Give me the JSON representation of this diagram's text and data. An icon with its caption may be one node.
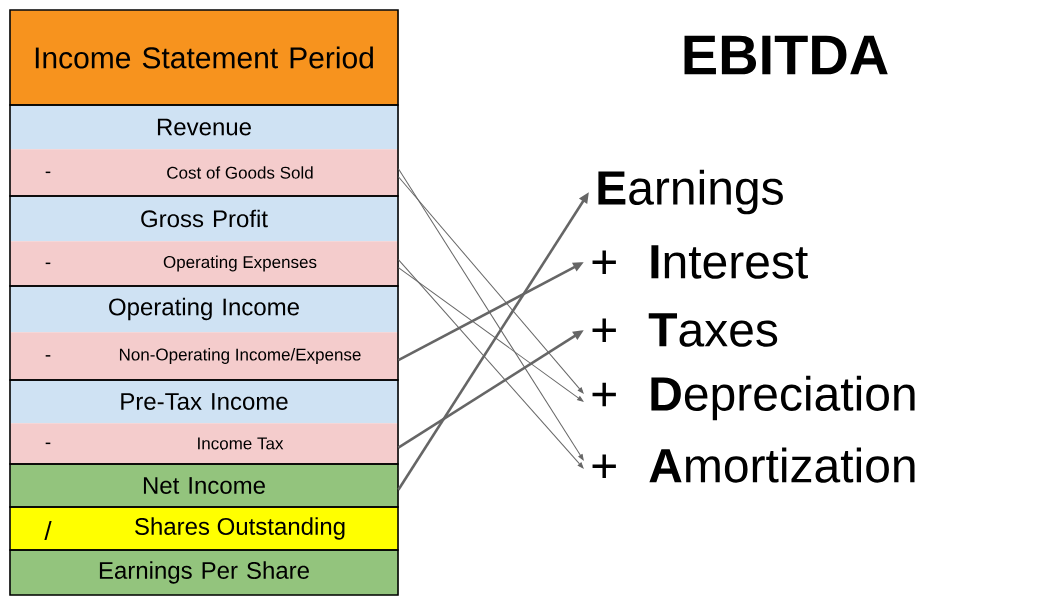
{
  "diagram": {
    "title": "EBITDA",
    "nodes": [
      {
        "text": [
          "Income Statement Period"
        ]
      },
      {
        "text": [
          "Revenue"
        ]
      },
      {
        "text": [
          "-",
          "Cost of Goods Sold"
        ]
      },
      {
        "text": [
          "Gross Profit"
        ]
      },
      {
        "text": [
          "-",
          "Operating Expenses"
        ]
      },
      {
        "text": [
          "Operating Income"
        ]
      },
      {
        "text": [
          "-",
          "Non-Operating Income/Expense"
        ]
      },
      {
        "text": [
          "Pre-Tax Income"
        ]
      },
      {
        "text": [
          "-",
          "Income Tax"
        ]
      },
      {
        "text": [
          "Net Income"
        ]
      },
      {
        "text": [
          "/",
          "Shares Outstanding"
        ]
      },
      {
        "text": [
          "Earnings Per Share"
        ]
      },
      {
        "text": [
          "**E**arnings"
        ]
      },
      {
        "text": [
          "+",
          "**I**nterest"
        ]
      },
      {
        "text": [
          "+",
          "**T**axes"
        ]
      },
      {
        "text": [
          "+",
          "**D**epreciation"
        ]
      },
      {
        "text": [
          "+",
          "**A**mortization"
        ]
      }
    ],
    "edges": [
      {
        "from": 2,
        "to": 16,
        "arrow": "to"
      },
      {
        "from": 2,
        "to": 15,
        "arrow": "to"
      },
      {
        "from": 4,
        "to": 16,
        "arrow": "to"
      },
      {
        "from": 4,
        "to": 15,
        "arrow": "to"
      },
      {
        "from": 6,
        "to": 13,
        "arrow": "to",
        "style": "thick"
      },
      {
        "from": 8,
        "to": 14,
        "arrow": "to",
        "style": "thick"
      },
      {
        "from": 9,
        "to": 12,
        "arrow": "to",
        "style": "thick"
      }
    ]
  }
}
